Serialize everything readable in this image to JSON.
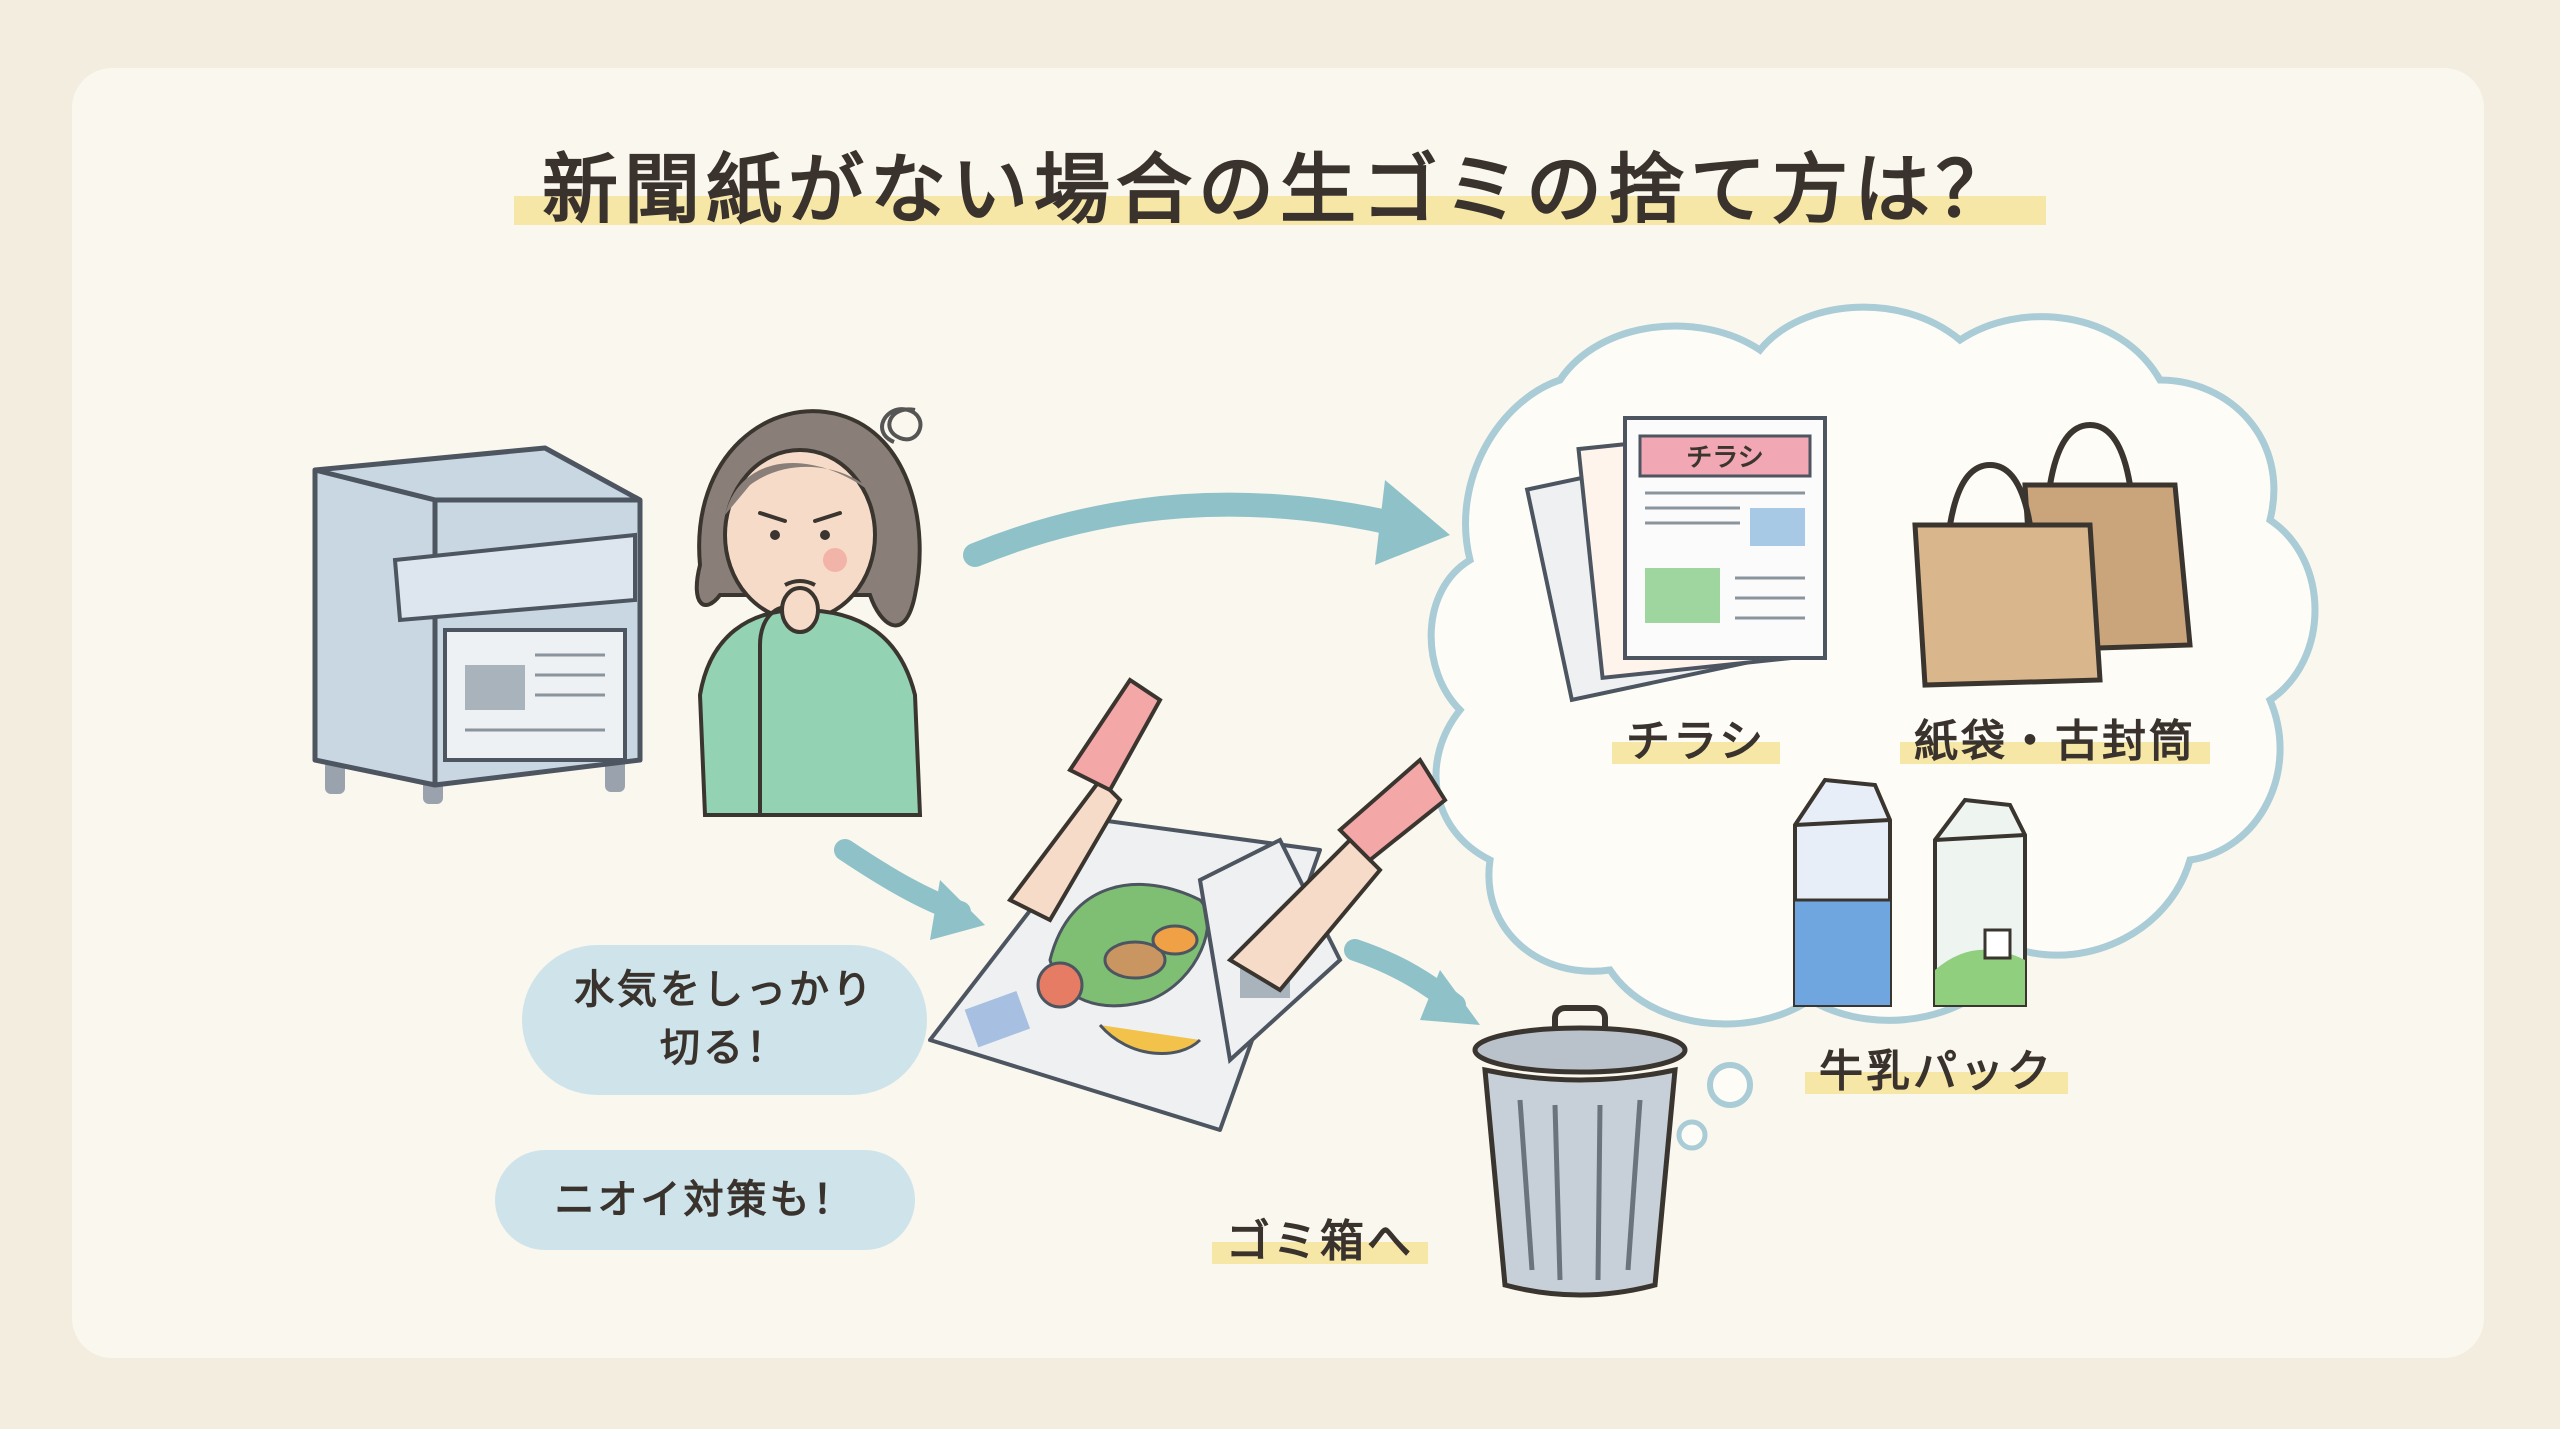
{
  "title": "新聞紙がない場合の生ゴミの捨て方は？",
  "alternatives": {
    "flyer_item": "チラシ",
    "flyer_badge": "チラシ",
    "bags_item": "紙袋・古封筒",
    "milk_item": "牛乳パック"
  },
  "tips": {
    "drain_line1": "水気をしっかり",
    "drain_line2": "切る！",
    "odor": "ニオイ対策も！"
  },
  "trash_label": "ゴミ箱へ",
  "colors": {
    "background": "#f3ede0",
    "card": "#faf7ee",
    "highlight": "#f6e7a6",
    "arrow": "#8fc1c9",
    "bubble": "#cfe4ea",
    "cloud_outline": "#a9ccd6"
  }
}
